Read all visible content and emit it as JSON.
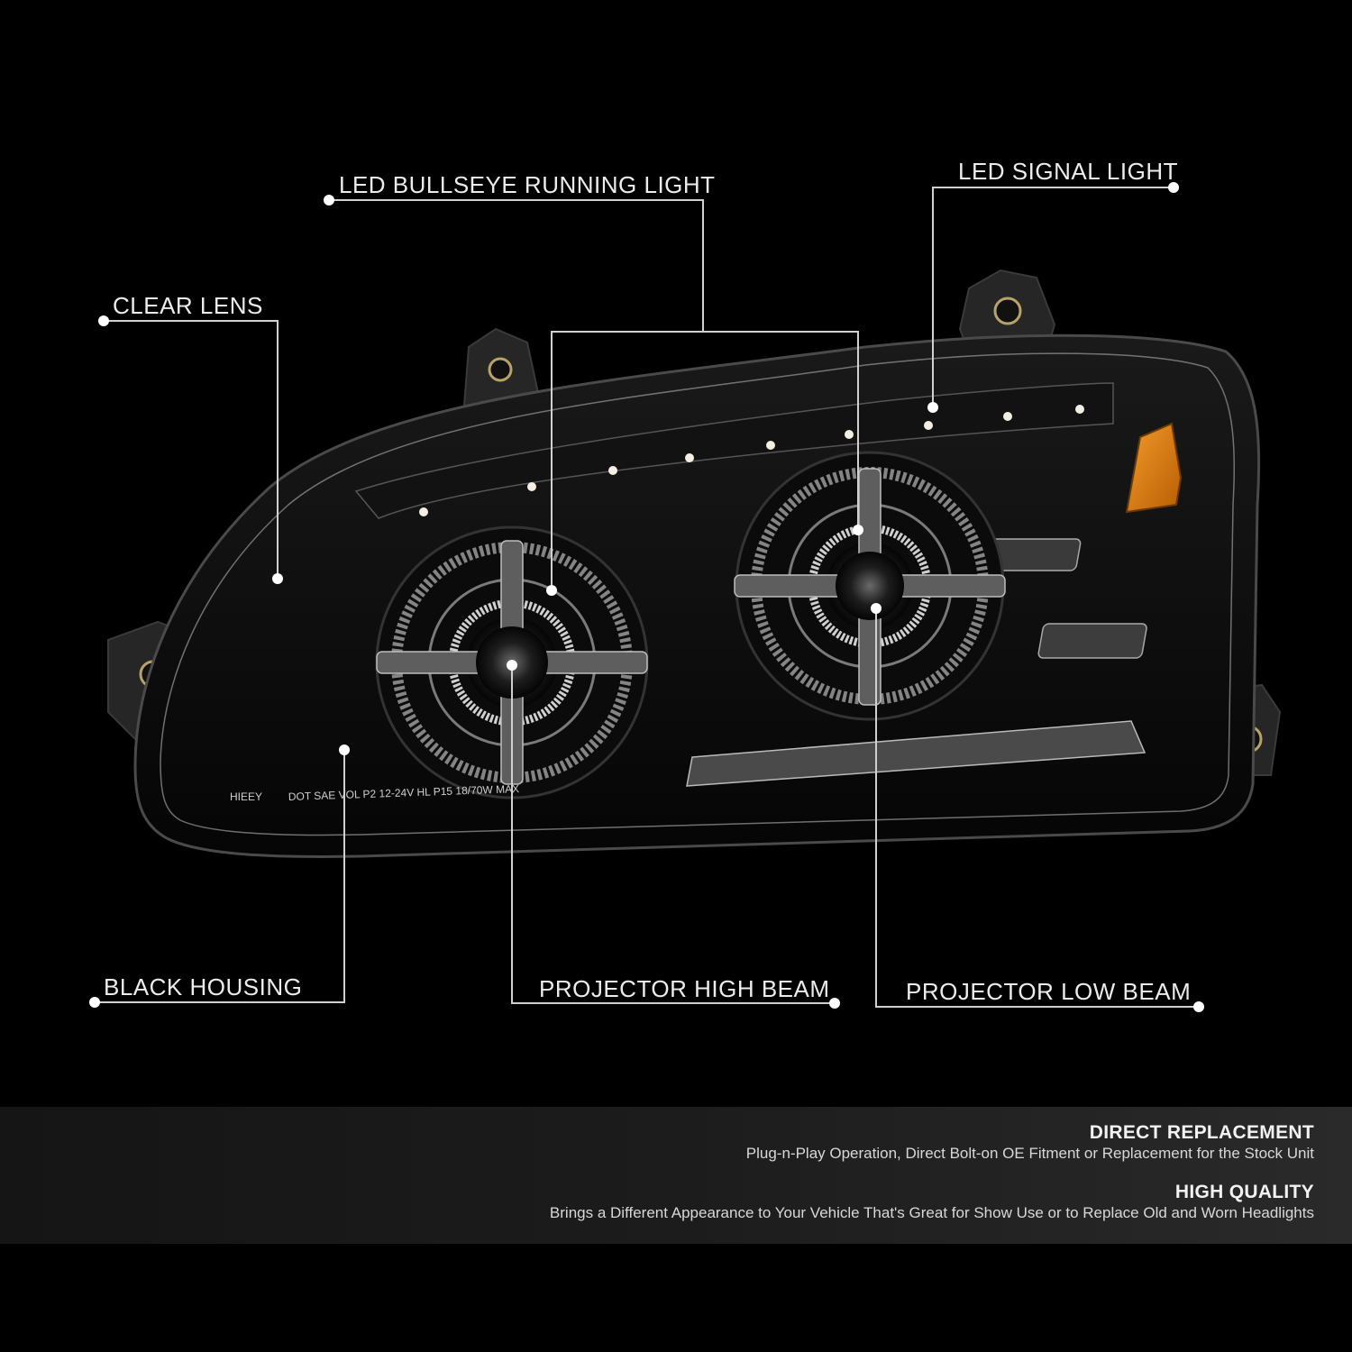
{
  "callouts": {
    "led_bullseye": "LED BULLSEYE RUNNING LIGHT",
    "led_signal": "LED SIGNAL LIGHT",
    "clear_lens": "CLEAR LENS",
    "black_housing": "BLACK HOUSING",
    "projector_high": "PROJECTOR HIGH BEAM",
    "projector_low": "PROJECTOR LOW BEAM"
  },
  "lens_marking": "DOT SAE VOL P2 12-24V HL P15 18/70W MAX",
  "lens_code": "HIEEY",
  "features": [
    {
      "title": "DIRECT REPLACEMENT",
      "desc": "Plug-n-Play Operation, Direct Bolt-on OE Fitment or Replacement for the Stock Unit"
    },
    {
      "title": "HIGH QUALITY",
      "desc": "Brings a Different Appearance to Your Vehicle That's Great for Show Use or to Replace Old and Worn Headlights"
    }
  ],
  "colors": {
    "background": "#000000",
    "housing": "#0c0c0c",
    "amber": "#d97a10",
    "line": "#d0d0d0"
  }
}
